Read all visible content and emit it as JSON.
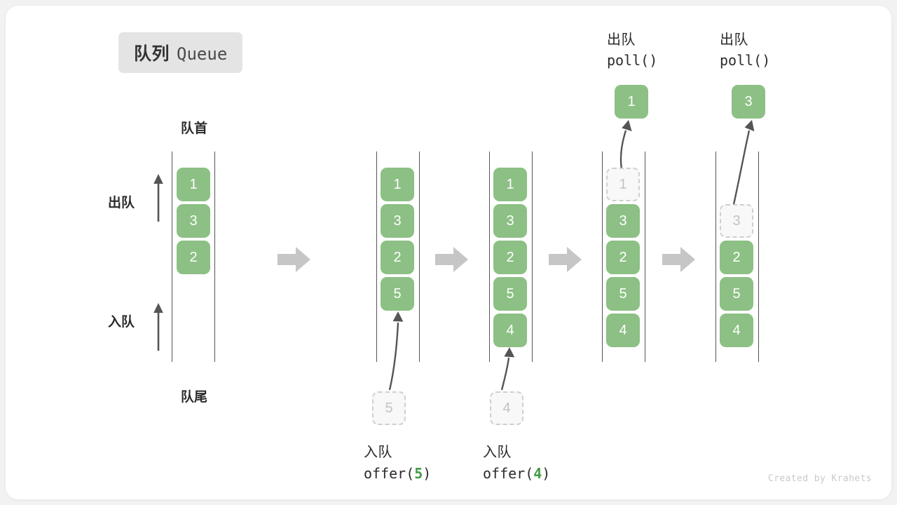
{
  "title": {
    "cn": "队列",
    "en": "Queue"
  },
  "captions": {
    "head": "队首",
    "tail": "队尾",
    "dequeue_side": "出队",
    "enqueue_side": "入队"
  },
  "colors": {
    "element_fill": "#8cc084",
    "element_text": "#ffffff",
    "ghost_fill": "#f8f8f8",
    "ghost_border": "#cfcfcf",
    "ghost_text": "#c2c2c2",
    "rail": "#555555",
    "step_arrow": "#c6c6c6",
    "accent_green_text": "#449b45",
    "badge_bg": "#e4e4e4",
    "text": "#2b2b2b",
    "card_bg": "#ffffff",
    "page_bg": "#f2f2f2"
  },
  "columns": [
    {
      "id": "col-initial",
      "cells": [
        {
          "value": "1",
          "state": "filled"
        },
        {
          "value": "3",
          "state": "filled"
        },
        {
          "value": "2",
          "state": "filled"
        }
      ],
      "incoming": null,
      "popped": null,
      "caption": null
    },
    {
      "id": "col-offer-5",
      "cells": [
        {
          "value": "1",
          "state": "filled"
        },
        {
          "value": "3",
          "state": "filled"
        },
        {
          "value": "2",
          "state": "filled"
        },
        {
          "value": "5",
          "state": "filled"
        }
      ],
      "incoming": {
        "value": "5"
      },
      "popped": null,
      "caption": {
        "cn": "入队",
        "code_prefix": "offer(",
        "code_value": "5",
        "code_suffix": ")",
        "position": "bottom"
      }
    },
    {
      "id": "col-offer-4",
      "cells": [
        {
          "value": "1",
          "state": "filled"
        },
        {
          "value": "3",
          "state": "filled"
        },
        {
          "value": "2",
          "state": "filled"
        },
        {
          "value": "5",
          "state": "filled"
        },
        {
          "value": "4",
          "state": "filled"
        }
      ],
      "incoming": {
        "value": "4"
      },
      "popped": null,
      "caption": {
        "cn": "入队",
        "code_prefix": "offer(",
        "code_value": "4",
        "code_suffix": ")",
        "position": "bottom"
      }
    },
    {
      "id": "col-poll-1",
      "cells": [
        {
          "value": "1",
          "state": "ghost"
        },
        {
          "value": "3",
          "state": "filled"
        },
        {
          "value": "2",
          "state": "filled"
        },
        {
          "value": "5",
          "state": "filled"
        },
        {
          "value": "4",
          "state": "filled"
        }
      ],
      "incoming": null,
      "popped": {
        "value": "1"
      },
      "caption": {
        "cn": "出队",
        "code_prefix": "poll()",
        "code_value": "",
        "code_suffix": "",
        "position": "top"
      }
    },
    {
      "id": "col-poll-3",
      "cells": [
        {
          "value": "",
          "state": "empty"
        },
        {
          "value": "3",
          "state": "ghost"
        },
        {
          "value": "2",
          "state": "filled"
        },
        {
          "value": "5",
          "state": "filled"
        },
        {
          "value": "4",
          "state": "filled"
        }
      ],
      "incoming": null,
      "popped": {
        "value": "3"
      },
      "caption": {
        "cn": "出队",
        "code_prefix": "poll()",
        "code_value": "",
        "code_suffix": "",
        "position": "top"
      }
    }
  ],
  "step_arrows": [
    {
      "name": "step-arrow-1"
    },
    {
      "name": "step-arrow-2"
    },
    {
      "name": "step-arrow-3"
    },
    {
      "name": "step-arrow-4"
    }
  ],
  "credit": "Created by Krahets"
}
